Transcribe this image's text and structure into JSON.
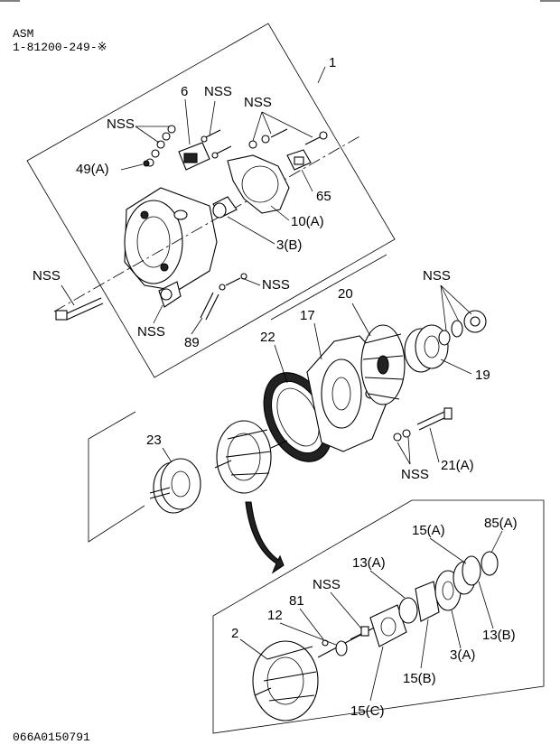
{
  "header": {
    "asm": "ASM",
    "asm_number": "1-81200-249-※"
  },
  "footer_code": "066A0150791",
  "callouts": {
    "c1": "1",
    "c6": "6",
    "nss_top_a": "NSS",
    "nss_top_b": "NSS",
    "nss_top_c": "NSS",
    "c49a": "49(A)",
    "c65": "65",
    "c10a": "10(A)",
    "c3b": "3(B)",
    "nss_left": "NSS",
    "nss_mid": "NSS",
    "nss_bottom_left": "NSS",
    "c89": "89",
    "nss_right": "NSS",
    "c20": "20",
    "c17": "17",
    "c22": "22",
    "c19": "19",
    "c23": "23",
    "nss_center": "NSS",
    "c21a": "21(A)",
    "c15a": "15(A)",
    "c85a": "85(A)",
    "c13a": "13(A)",
    "nss_inset": "NSS",
    "c81": "81",
    "c12": "12",
    "c2": "2",
    "c3a": "3(A)",
    "c13b": "13(B)",
    "c15b": "15(B)",
    "c15c": "15(C)"
  }
}
